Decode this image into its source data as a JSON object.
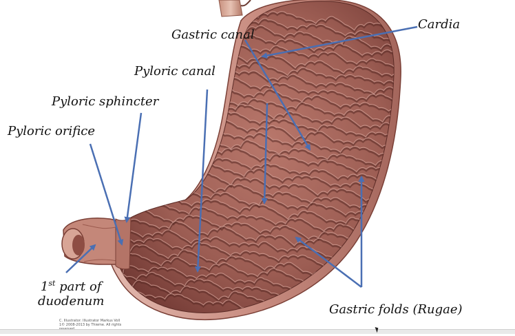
{
  "labels": {
    "cardia": "Cardia",
    "gastric_canal": "Gastric canal",
    "pyloric_canal": "Pyloric canal",
    "pyloric_sphincter": "Pyloric sphincter",
    "pyloric_orifice": "Pyloric orifice",
    "duodenum_line1_prefix": "1",
    "duodenum_line1_sup": "st",
    "duodenum_line1_rest": " part of",
    "duodenum_line2": "duodenum",
    "gastric_folds": "Gastric folds (Rugae)"
  },
  "credit": {
    "line1": "C. Illustrator: Illustrator Markus Voll",
    "line2": "1© 2008-2013 by Thieme. All rights reserved"
  },
  "colors": {
    "arrow": "#4a6fb3",
    "stomach_base": "#a8685d",
    "stomach_dark": "#5a2a25",
    "fold_highlight": "#d7a49a"
  }
}
